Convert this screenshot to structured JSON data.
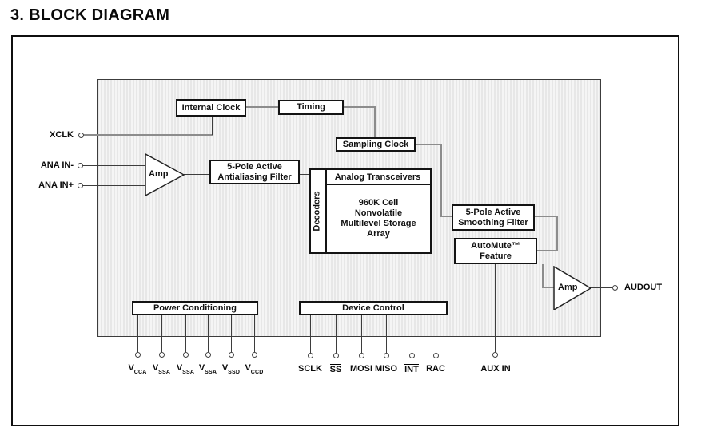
{
  "title": "3. BLOCK DIAGRAM",
  "blocks": {
    "internal_clock": "Internal Clock",
    "timing": "Timing",
    "sampling_clock": "Sampling Clock",
    "antialiasing": {
      "line1": "5-Pole Active",
      "line2": "Antialiasing Filter"
    },
    "analog_transceivers": "Analog Transceivers",
    "decoders": "Decoders",
    "storage": {
      "line1": "960K Cell",
      "line2": "Nonvolatile",
      "line3": "Multilevel Storage",
      "line4": "Array"
    },
    "smoothing": {
      "line1": "5-Pole Active",
      "line2": "Smoothing Filter"
    },
    "automute": {
      "line1": "AutoMute™",
      "line2": "Feature"
    },
    "power_conditioning": "Power Conditioning",
    "device_control": "Device Control",
    "amp_in": "Amp",
    "amp_out": "Amp"
  },
  "pins": {
    "xclk": "XCLK",
    "ana_in_minus": "ANA IN-",
    "ana_in_plus": "ANA IN+",
    "audout": "AUDOUT",
    "aux_in": "AUX IN",
    "power": [
      {
        "main": "V",
        "sub": "CCA"
      },
      {
        "main": "V",
        "sub": "SSA"
      },
      {
        "main": "V",
        "sub": "SSA"
      },
      {
        "main": "V",
        "sub": "SSA"
      },
      {
        "main": "V",
        "sub": "SSD"
      },
      {
        "main": "V",
        "sub": "CCD"
      }
    ],
    "control": [
      {
        "label": "SCLK",
        "overline": false
      },
      {
        "label": "SS",
        "overline": true
      },
      {
        "label": "MOSI",
        "overline": false
      },
      {
        "label": "MISO",
        "overline": false
      },
      {
        "label": "INT",
        "overline": true
      },
      {
        "label": "RAC",
        "overline": false
      }
    ]
  },
  "colors": {
    "wire_gray": "#8c8c8c",
    "wire_dark": "#3d3d3d",
    "block_border": "#141414",
    "hatch_bg": "#f5f5f5",
    "hatch_stripe": "#e7e7e7"
  }
}
